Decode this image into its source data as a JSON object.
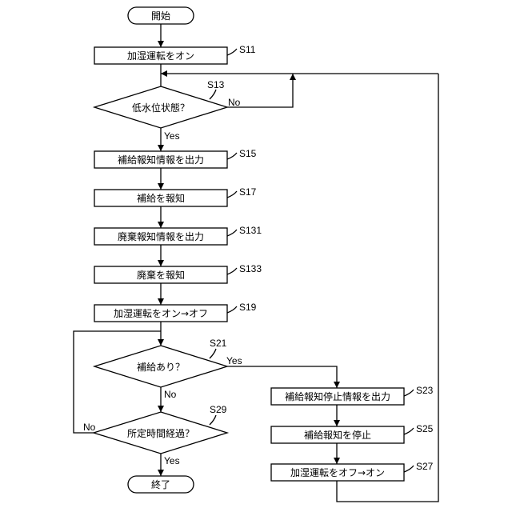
{
  "terminals": {
    "start": "開始",
    "end": "終了"
  },
  "steps": {
    "s11": {
      "text": "加湿運転をオン",
      "id": "S11"
    },
    "s13": {
      "text": "低水位状態？",
      "id": "S13",
      "yes": "Yes",
      "no": "No"
    },
    "s15": {
      "text": "補給報知情報を出力",
      "id": "S15"
    },
    "s17": {
      "text": "補給を報知",
      "id": "S17"
    },
    "s131": {
      "text": "廃棄報知情報を出力",
      "id": "S131"
    },
    "s133": {
      "text": "廃棄を報知",
      "id": "S133"
    },
    "s19": {
      "text": "加湿運転をオン→オフ",
      "id": "S19"
    },
    "s21": {
      "text": "補給あり？",
      "id": "S21",
      "yes": "Yes",
      "no": "No"
    },
    "s23": {
      "text": "補給報知停止情報を出力",
      "id": "S23"
    },
    "s25": {
      "text": "補給報知を停止",
      "id": "S25"
    },
    "s27": {
      "text": "加湿運転をオフ→オン",
      "id": "S27"
    },
    "s29": {
      "text": "所定時間経過？",
      "id": "S29",
      "yes": "Yes",
      "no": "No"
    }
  }
}
